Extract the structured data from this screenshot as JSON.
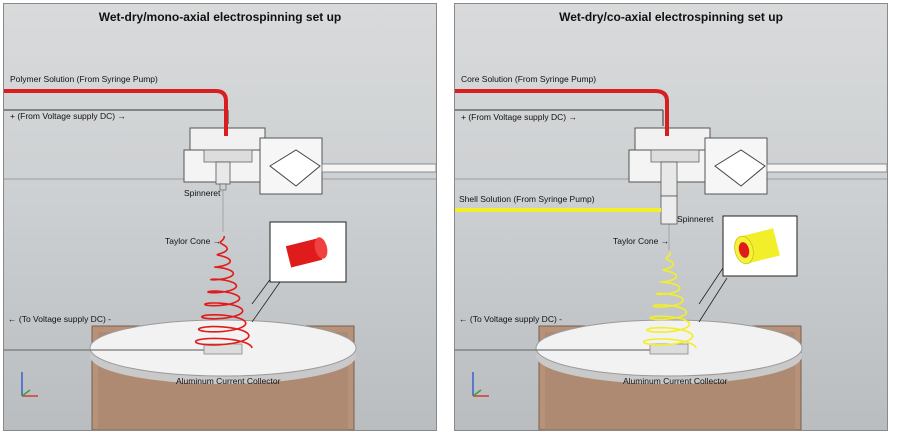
{
  "left_panel": {
    "title": "Wet-dry/mono-axial electrospinning set up",
    "solution_label": "Polymer Solution (From Syringe Pump)",
    "voltage_plus_label": "+ (From Voltage supply DC) →",
    "spinneret_label": "Spinneret",
    "taylor_cone_label": "Taylor Cone →",
    "voltage_minus_label": "← (To Voltage supply DC) -",
    "collector_label": "Aluminum Current Collector"
  },
  "right_panel": {
    "title": "Wet-dry/co-axial electrospinning set up",
    "core_label": "Core Solution (From Syringe Pump)",
    "voltage_plus_label": "+ (From Voltage supply DC) →",
    "shell_label": "Shell Solution (From Syringe Pump)",
    "spinneret_label": "Spinneret",
    "taylor_cone_label": "Taylor Cone →",
    "voltage_minus_label": "← (To Voltage supply DC) -",
    "collector_label": "Aluminum Current Collector"
  },
  "colors": {
    "fiber_mono": "#e01b1b",
    "fiber_core": "#e01b1b",
    "fiber_shell": "#f2ee2a",
    "box": "#b7927a",
    "plate": "#f0f0f0"
  }
}
